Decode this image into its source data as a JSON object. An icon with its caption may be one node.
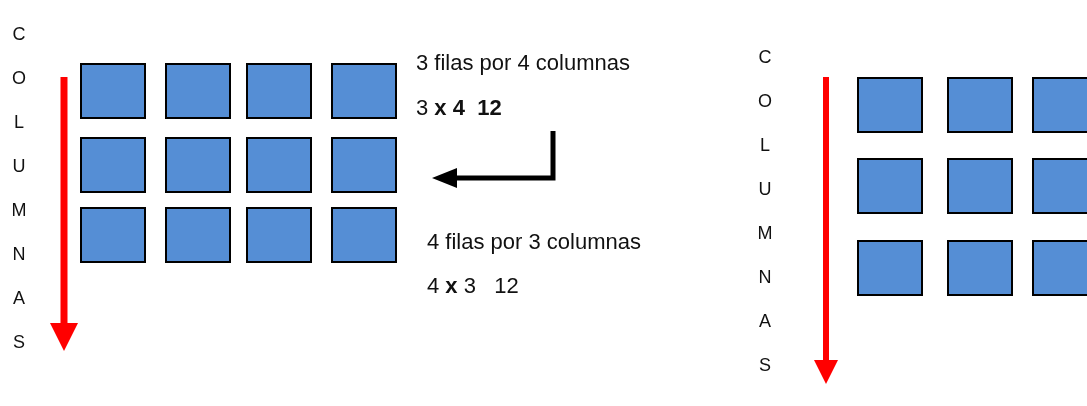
{
  "diagram": {
    "nodes": [
      {
        "text": [],
        "shape": "box"
      },
      {
        "text": [],
        "shape": "box"
      },
      {
        "text": [],
        "shape": "box"
      },
      {
        "text": [],
        "shape": "box"
      },
      {
        "text": [],
        "shape": "box"
      },
      {
        "text": [],
        "shape": "box"
      },
      {
        "text": [],
        "shape": "box"
      },
      {
        "text": [],
        "shape": "box"
      },
      {
        "text": [],
        "shape": "box"
      },
      {
        "text": [],
        "shape": "box"
      },
      {
        "text": [],
        "shape": "box"
      },
      {
        "text": [],
        "shape": "box"
      },
      {
        "text": [],
        "shape": "box"
      },
      {
        "text": [],
        "shape": "box"
      },
      {
        "text": [],
        "shape": "box"
      },
      {
        "text": [],
        "shape": "box"
      },
      {
        "text": [],
        "shape": "box"
      },
      {
        "text": [],
        "shape": "box"
      },
      {
        "text": [],
        "shape": "box"
      },
      {
        "text": [],
        "shape": "box"
      },
      {
        "text": [],
        "shape": "box"
      }
    ],
    "labels": [
      "COLUMNAS",
      "3 filas por 4 columnas",
      "3 **x 4  12**",
      "4 filas por 3 columnas",
      "4 **x** 3   12",
      "COLUMNAS"
    ]
  }
}
